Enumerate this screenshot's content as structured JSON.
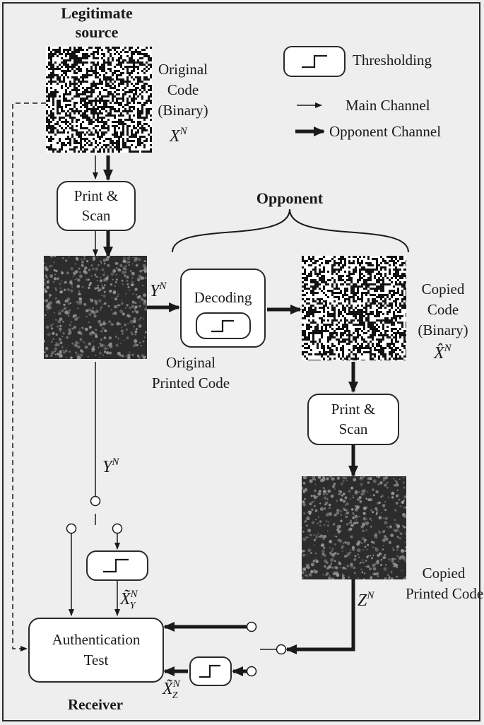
{
  "legitimate_source": "Legitimate source",
  "original_code_label": [
    "Original",
    "Code",
    "(Binary)"
  ],
  "xn_symbol": "X",
  "superscript_n": "N",
  "legend": {
    "thresholding": "Thresholding",
    "main_channel": "Main Channel",
    "opponent_channel": "Opponent Channel"
  },
  "print_scan": [
    "Print &",
    "Scan"
  ],
  "opponent_heading": "Opponent",
  "yn_symbol": "Y",
  "decoding": "Decoding",
  "original_printed_code": [
    "Original",
    "Printed Code"
  ],
  "copied_code_label": [
    "Copied",
    "Code",
    "(Binary)"
  ],
  "copied_printed_code": [
    "Copied",
    "Printed Code"
  ],
  "zn_symbol": "Z",
  "x_hat_symbol": "X̂",
  "x_tilde_symbol": "X̃",
  "subscript_y": "Y",
  "subscript_z": "Z",
  "authentication_test": [
    "Authentication",
    "Test"
  ],
  "receiver": "Receiver",
  "colors": {
    "line": "#1a1a1a",
    "panel": "#eeeeee",
    "dark_tile": "#2c2c2c"
  }
}
